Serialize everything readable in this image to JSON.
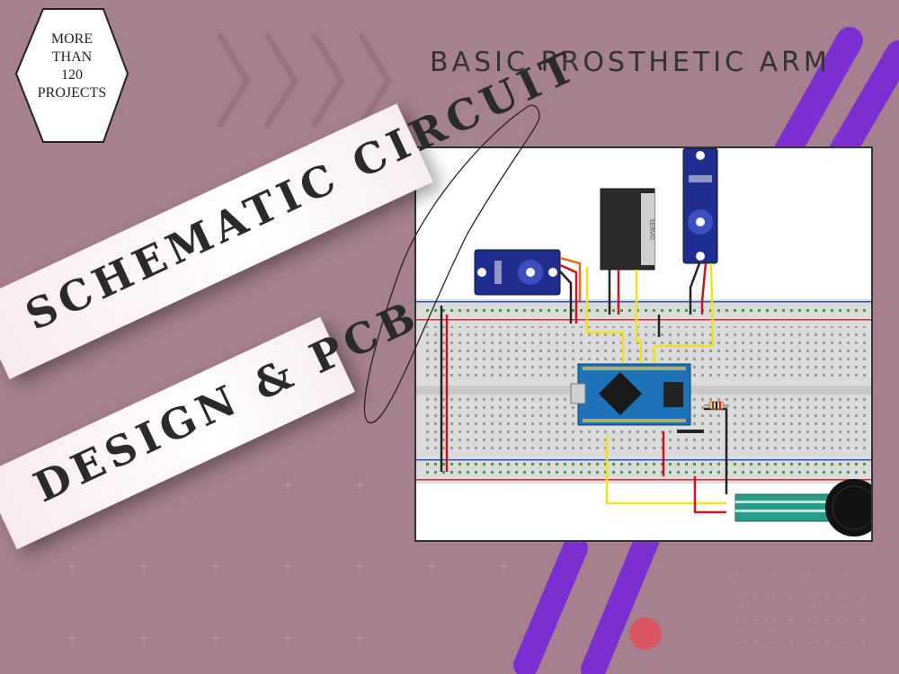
{
  "badge": {
    "lines": [
      "MORE",
      "THAN",
      "120",
      "PROJECTS"
    ]
  },
  "headline": "BASIC PROSTHETIC ARM",
  "banners": {
    "top": "SCHEMATIC CIRCUIT",
    "bottom": "DESIGN & PCB"
  },
  "circuit": {
    "servo_label": "SERVO"
  },
  "colors": {
    "background": "#a5808f",
    "accent": "#7b2fd0",
    "servo_body": "#1f2d8f",
    "arduino": "#1e73b8",
    "wire_yellow": "#f1e21a",
    "wire_red": "#c8141c",
    "wire_black": "#222222",
    "sensor": "#2a9a8a"
  }
}
